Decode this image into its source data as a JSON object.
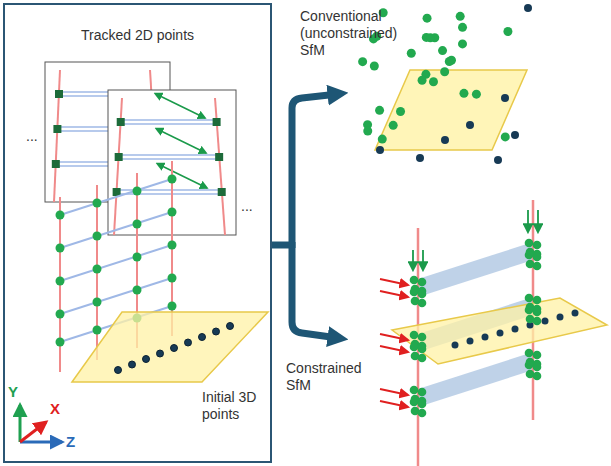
{
  "diagram": {
    "nodes": [
      {
        "text": [
          "Tracked 2D points",
          "Initial 3D points"
        ]
      }
    ],
    "labels": [
      "...",
      "...",
      "Y",
      "X",
      "Z",
      "Conventional (unconstrained) SfM",
      "Constrained SfM"
    ]
  }
}
